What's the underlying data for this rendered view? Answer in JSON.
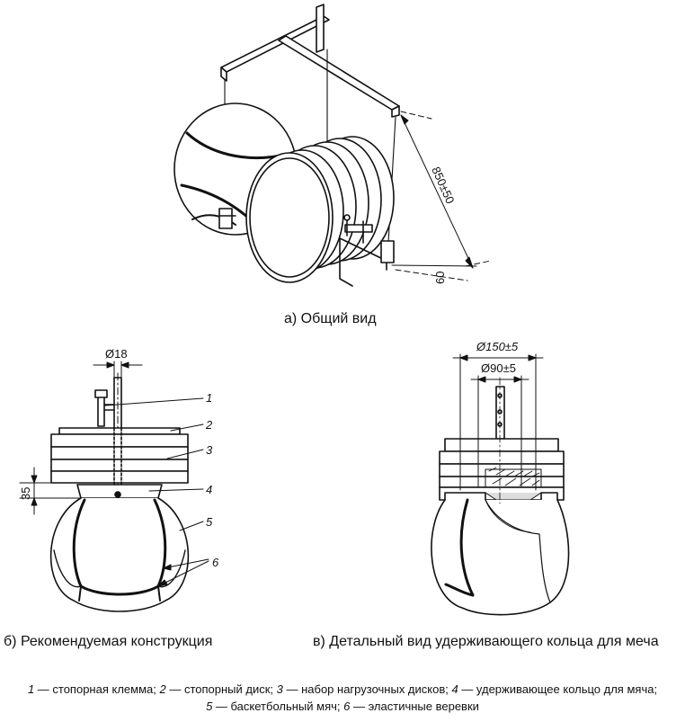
{
  "captions": {
    "a": "а) Общий вид",
    "b": "б) Рекомендуемая конструкция",
    "c": "в) Детальный вид удерживающего кольца для меча"
  },
  "dimensions": {
    "height": "850±50",
    "offset": "60",
    "rod": "Ø18",
    "ring": "35",
    "outer": "Ø150±5",
    "inner": "Ø90±5"
  },
  "callouts": [
    "1",
    "2",
    "3",
    "4",
    "5",
    "6"
  ],
  "legend": {
    "line1": [
      {
        "num": "1",
        "text": " — стопорная клемма; "
      },
      {
        "num": "2",
        "text": " — стопорный диск; "
      },
      {
        "num": "3",
        "text": " — набор нагрузочных дисков; "
      },
      {
        "num": "4",
        "text": " — удерживающее кольцо для мяча;"
      }
    ],
    "line2": [
      {
        "num": "5",
        "text": " — баскетбольный мяч; "
      },
      {
        "num": "6",
        "text": " — эластичные веревки"
      }
    ]
  }
}
